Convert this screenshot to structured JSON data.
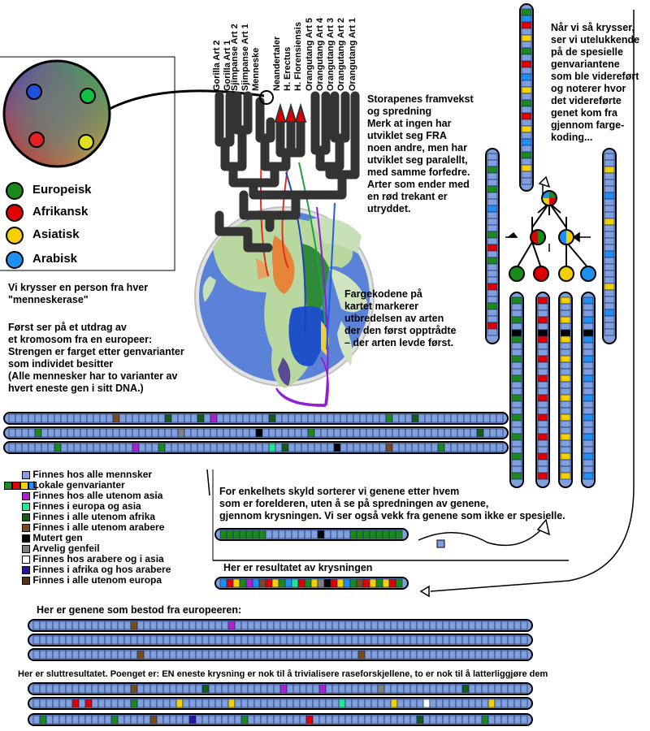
{
  "colors": {
    "base": "#7f9fdf",
    "europeisk": "#1a8a1a",
    "afrikansk": "#e00000",
    "asiatisk": "#f5d000",
    "arabisk": "#2090f0",
    "tree": "#333333",
    "ocean": "#5a82d8",
    "land": "#b8d8a0"
  },
  "species_labels": [
    "Gorilla Art 2",
    "Gorilla Art 1",
    "Sjimpanse Art 2",
    "Sjimpanse Art 1",
    "Menneske",
    "Neandertaler",
    "H. Erectus",
    "H. Florensiensis",
    "Orangutang Art 5",
    "Orangutang Art 4",
    "Orangutang Art 3",
    "Orangutang Art 2",
    "Orangutang Art 1"
  ],
  "race_legend": [
    {
      "label": "Europeisk",
      "color": "#1a8a1a"
    },
    {
      "label": "Afrikansk",
      "color": "#e00000"
    },
    {
      "label": "Asiatisk",
      "color": "#f5d000"
    },
    {
      "label": "Arabisk",
      "color": "#2090f0"
    }
  ],
  "texts": {
    "tree_title": "Storapenes framvekst\nog spredning\nMerk at ingen har\nutviklet seg FRA\nnoen andre, men har\nutviklet seg paralellt,\nmed samme forfedre.\nArter som ender med\nen rød trekant er\n       utryddet.",
    "cross_intro": "Når vi så krysser,\nser vi utelukkende\npå de spesielle\ngenvariantene\nsom ble videreført\nog noterer hvor\ndet videreførte\ngenet kom fra\ngjennom farge-\nkoding...",
    "map_note": "Fargekodene på\nkartet markerer\nutbredelsen av arten\nder den først opptrådte\n– der arten levde først.",
    "one_per_race": "Vi krysser en person fra hver\n\"menneskerase\"",
    "chromosome_intro": "Først ser på et utdrag av\net kromosom fra en europeer:\nStrengen er farget etter genvarianter\nsom individet besitter\n(Alle mennesker har to varianter av\nhvert eneste gen i sitt DNA.)",
    "simplicity": "For enkelhets skyld sorterer vi genene etter hvem\nsom er forelderen, uten å se på spredningen av genene,\ngjennom krysningen. Vi ser også vekk fra genene som ikke er spesielle.",
    "result_label": "Her er resultatet av krysningen",
    "european_genes": "Her er genene som bestod fra europeeren:",
    "final": "Her er sluttresultatet. Poenget er: EN eneste krysning er nok til å trivialisere raseforskjellene, to er nok til å latterliggjøre dem"
  },
  "gene_legend": [
    {
      "label": "Finnes hos alle mennsker",
      "colors": [
        "#7f9fdf"
      ]
    },
    {
      "label": "Lokale genvarianter",
      "colors": [
        "#1a8a1a",
        "#e00000",
        "#f5d000",
        "#2090f0"
      ]
    },
    {
      "label": "Finnes hos alle utenom asia",
      "colors": [
        "#b020d0"
      ]
    },
    {
      "label": "Finnes i europa og asia",
      "colors": [
        "#20e890"
      ]
    },
    {
      "label": "Finnes i alle utenom afrika",
      "colors": [
        "#155a15"
      ]
    },
    {
      "label": "Finnes i alle utenom arabere",
      "colors": [
        "#7a4a1a"
      ]
    },
    {
      "label": "Mutert gen",
      "colors": [
        "#000000"
      ]
    },
    {
      "label": "Arvelig genfeil",
      "colors": [
        "#808080"
      ]
    },
    {
      "label": "Finnes hos arabere og i asia",
      "colors": [
        "#ffffff"
      ]
    },
    {
      "label": "Finnes i afrika og hos arabere",
      "colors": [
        "#3010a0"
      ]
    },
    {
      "label": "Finnes i alle utenom europa",
      "colors": [
        "#5a3010"
      ]
    }
  ]
}
